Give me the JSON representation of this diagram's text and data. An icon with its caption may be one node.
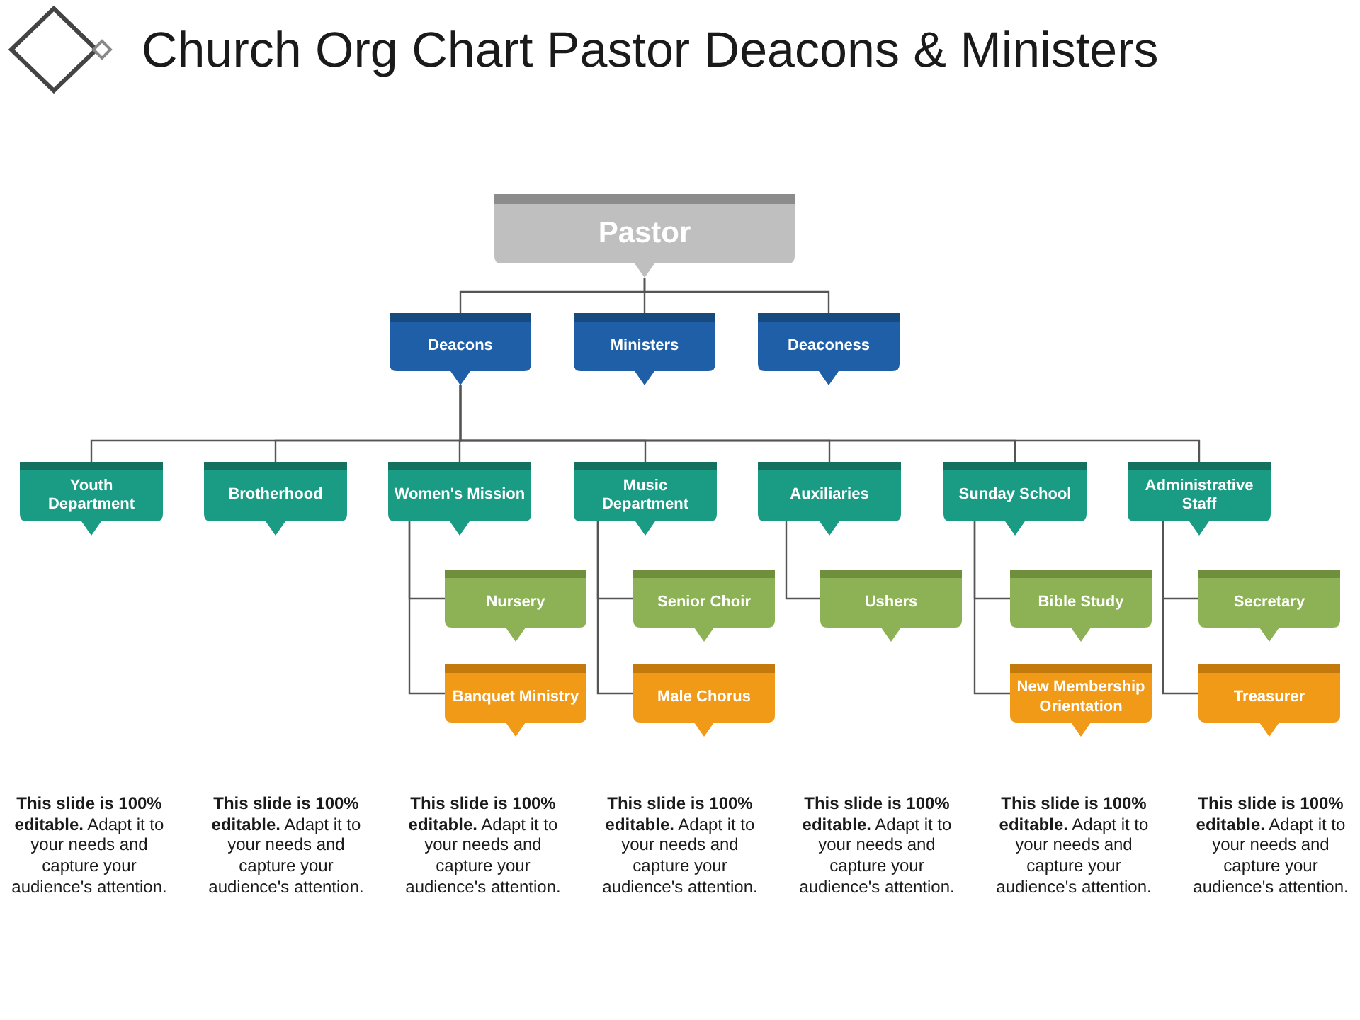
{
  "diagram": {
    "title": "Church Org Chart Pastor Deacons & Ministers",
    "nodes": [
      {
        "text": [
          "Pastor"
        ]
      },
      {
        "text": [
          "Deacons"
        ]
      },
      {
        "text": [
          "Ministers"
        ]
      },
      {
        "text": [
          "Deaconess"
        ]
      },
      {
        "text": [
          "Youth Department"
        ]
      },
      {
        "text": [
          "Brotherhood"
        ]
      },
      {
        "text": [
          "Women's Mission"
        ]
      },
      {
        "text": [
          "Music Department"
        ]
      },
      {
        "text": [
          "Auxiliaries"
        ]
      },
      {
        "text": [
          "Sunday School"
        ]
      },
      {
        "text": [
          "Administrative Staff"
        ]
      },
      {
        "text": [
          "Nursery"
        ]
      },
      {
        "text": [
          "Banquet Ministry"
        ]
      },
      {
        "text": [
          "Senior Choir"
        ]
      },
      {
        "text": [
          "Male Chorus"
        ]
      },
      {
        "text": [
          "Ushers"
        ]
      },
      {
        "text": [
          "Bible Study"
        ]
      },
      {
        "text": [
          "New Membership Orientation"
        ]
      },
      {
        "text": [
          "Secretary"
        ]
      },
      {
        "text": [
          "Treasurer"
        ]
      }
    ],
    "edges": [
      {
        "from": 0,
        "to": 1,
        "arrow": "none"
      },
      {
        "from": 0,
        "to": 2,
        "arrow": "none"
      },
      {
        "from": 0,
        "to": 3,
        "arrow": "none"
      },
      {
        "from": 1,
        "to": 4,
        "arrow": "none"
      },
      {
        "from": 1,
        "to": 5,
        "arrow": "none"
      },
      {
        "from": 1,
        "to": 6,
        "arrow": "none"
      },
      {
        "from": 1,
        "to": 7,
        "arrow": "none"
      },
      {
        "from": 1,
        "to": 8,
        "arrow": "none"
      },
      {
        "from": 1,
        "to": 9,
        "arrow": "none"
      },
      {
        "from": 1,
        "to": 10,
        "arrow": "none"
      },
      {
        "from": 6,
        "to": 11,
        "arrow": "none"
      },
      {
        "from": 6,
        "to": 12,
        "arrow": "none"
      },
      {
        "from": 7,
        "to": 13,
        "arrow": "none"
      },
      {
        "from": 7,
        "to": 14,
        "arrow": "none"
      },
      {
        "from": 8,
        "to": 15,
        "arrow": "none"
      },
      {
        "from": 9,
        "to": 16,
        "arrow": "none"
      },
      {
        "from": 9,
        "to": 17,
        "arrow": "none"
      },
      {
        "from": 10,
        "to": 18,
        "arrow": "none"
      },
      {
        "from": 10,
        "to": 19,
        "arrow": "none"
      }
    ],
    "labels": [
      "**This slide is 100% editable.** Adapt it to your needs and capture your audience's attention.",
      "**This slide is 100% editable.** Adapt it to your needs and capture your audience's attention.",
      "**This slide is 100% editable.** Adapt it to your needs and capture your audience's attention.",
      "**This slide is 100% editable.** Adapt it to your needs and capture your audience's attention.",
      "**This slide is 100% editable.** Adapt it to your needs and capture your audience's attention.",
      "**This slide is 100% editable.** Adapt it to your needs and capture your audience's attention.",
      "**This slide is 100% editable.** Adapt it to your needs and capture your audience's attention."
    ]
  }
}
